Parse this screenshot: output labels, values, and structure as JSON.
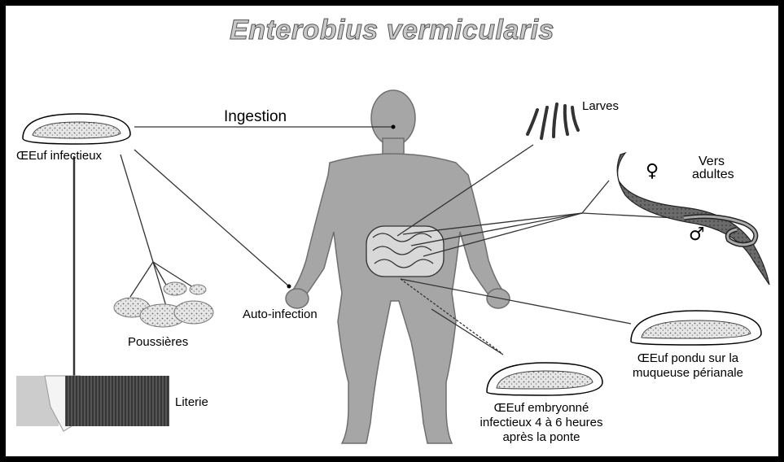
{
  "title": "Enterobius vermicularis",
  "labels": {
    "ingestion": "Ingestion",
    "larvae": "Larves",
    "egg_infective": "ŒEuf infectieux",
    "adult_worms_line1": "Vers",
    "adult_worms_line2": "adultes",
    "female_symbol": "♀",
    "male_symbol": "♂",
    "dust": "Poussières",
    "auto_infection": "Auto-infection",
    "bedding": "Literie",
    "egg_laid_line1": "ŒEuf pondu sur la",
    "egg_laid_line2": "muqueuse périanale",
    "egg_embryonated_line1": "ŒEuf embryonné",
    "egg_embryonated_line2": "infectieux 4 à 6 heures",
    "egg_embryonated_line3": "après la ponte"
  }
}
